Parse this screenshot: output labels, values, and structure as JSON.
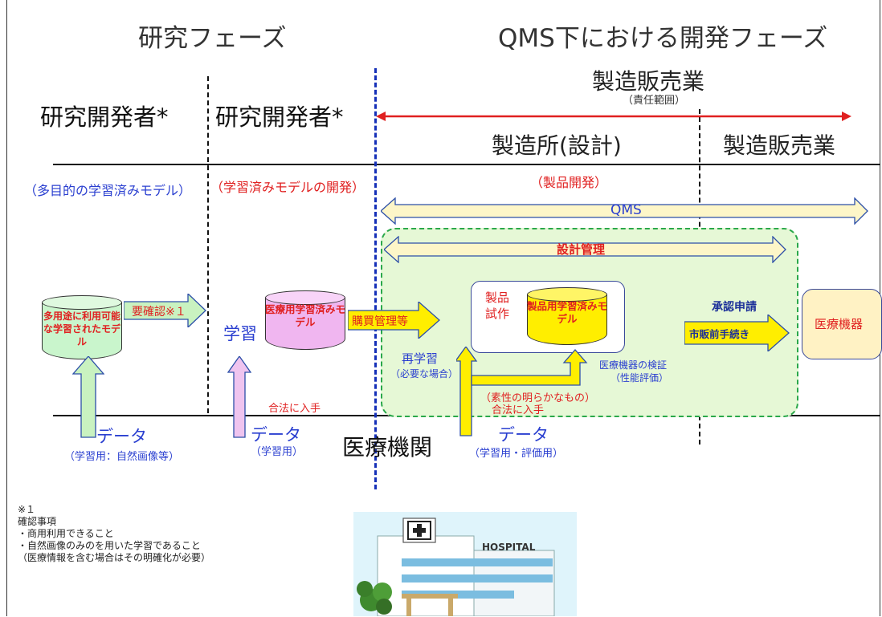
{
  "header": {
    "research_phase": "研究フェーズ",
    "qms_phase": "QMS下における開発フェーズ",
    "mah_top": "製造販売業",
    "responsibility": "（責任範囲）",
    "developer1": "研究開発者*",
    "developer2": "研究開発者*",
    "manufacturing_site": "製造所(設計)",
    "mah_right": "製造販売業"
  },
  "stages": {
    "multi_purpose": "（多目的の学習済みモデル）",
    "trained_dev": "（学習済みモデルの開発）",
    "product_dev": "（製品開発）",
    "qms": "QMS",
    "design_control": "設計管理"
  },
  "flow": {
    "general_model": "多用途に利用可能な学習されたモデル",
    "confirm_needed": "要確認※１",
    "learning": "学習",
    "medical_model": "医療用学習済みモデル",
    "purchase_control": "購買管理等",
    "relearning": "再学習",
    "if_needed": "（必要な場合）",
    "prototype": "製品試作",
    "product_model": "製品用学習済みモデル",
    "verification_line1": "医療機器の検証",
    "verification_line2": "（性能評価）",
    "known_origin": "（素性の明らかなもの）",
    "legal_acquire_1": "合法に入手",
    "legal_acquire_2": "合法に入手",
    "approval": "承認申請",
    "premarket": "市販前手続き",
    "device": "医療機器"
  },
  "data_inputs": {
    "data1": "データ",
    "data1_sub": "（学習用：自然画像等）",
    "data2": "データ",
    "data2_sub": "（学習用）",
    "medical_institution": "医療機関",
    "data3": "データ",
    "data3_sub": "（学習用・評価用）"
  },
  "notes": {
    "mark": "※１",
    "title": "確認事項",
    "item1": "・商用利用できること",
    "item2": "・自然画像のみのを用いた学習であること",
    "item3": "（医療情報を含む場合はその明確化が必要）"
  },
  "hospital_sign": "HOSPITAL",
  "colors": {
    "blue_text": "#2a3fd0",
    "red": "#e02020",
    "green_arrow": "#c9f2c0",
    "pink_arrow": "#efc4ef",
    "yellow": "#ffee00",
    "qms_arrow": "#fdf6c8",
    "design_zone": "#e6f8d6"
  }
}
